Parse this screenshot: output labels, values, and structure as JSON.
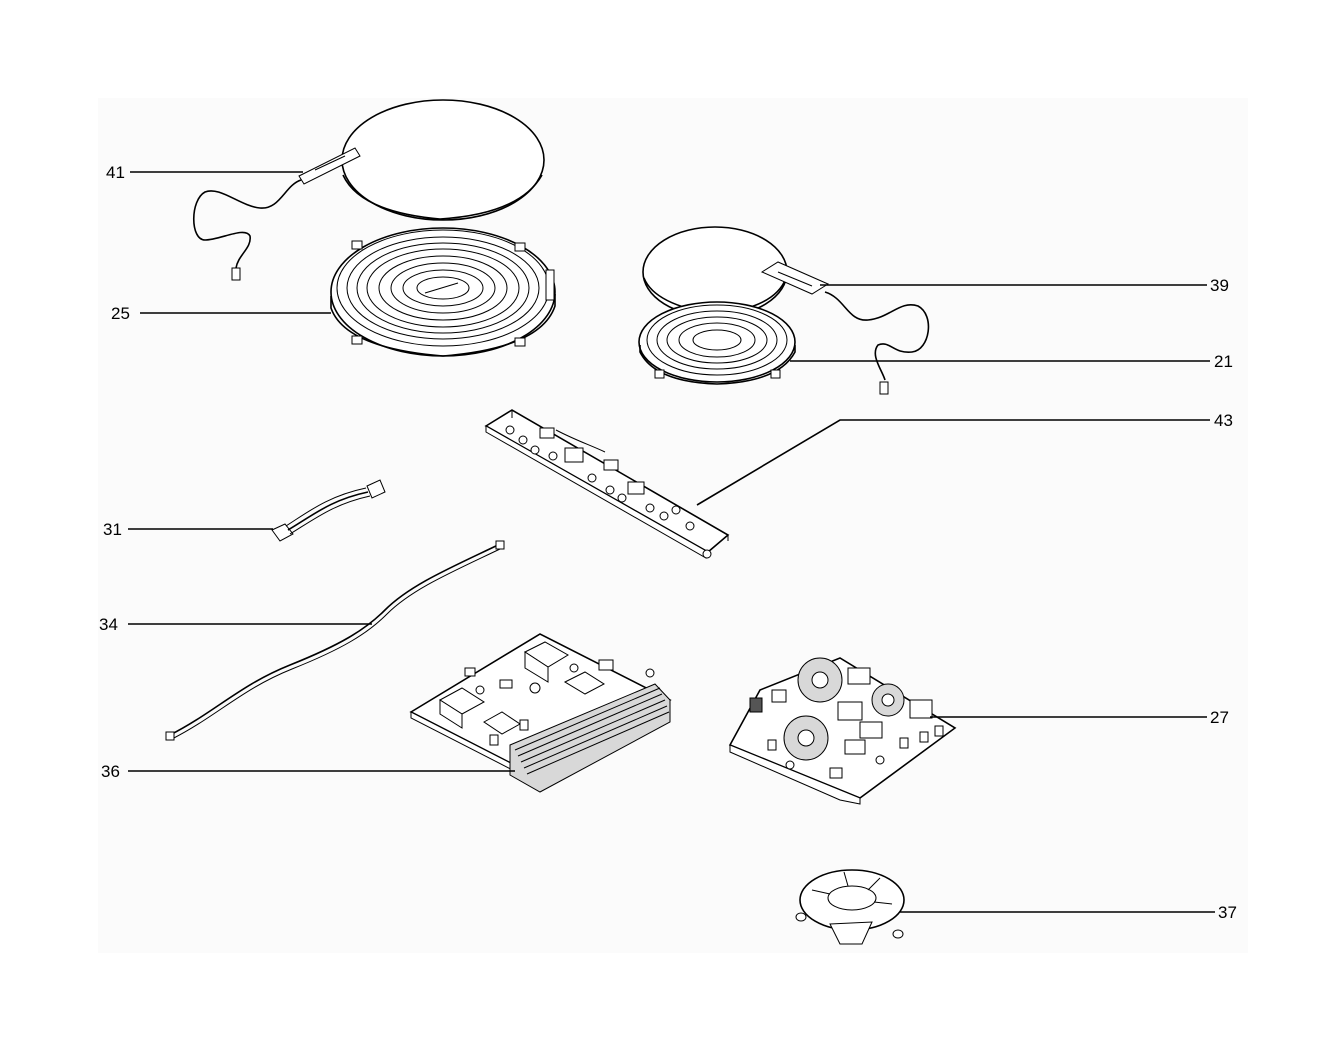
{
  "labels": {
    "p41": "41",
    "p25": "25",
    "p39": "39",
    "p21": "21",
    "p43": "43",
    "p31": "31",
    "p34": "34",
    "p36": "36",
    "p27": "27",
    "p37": "37"
  },
  "colors": {
    "ink": "#000000",
    "paper": "#ffffff",
    "backdrop": "#fbfbfb"
  }
}
